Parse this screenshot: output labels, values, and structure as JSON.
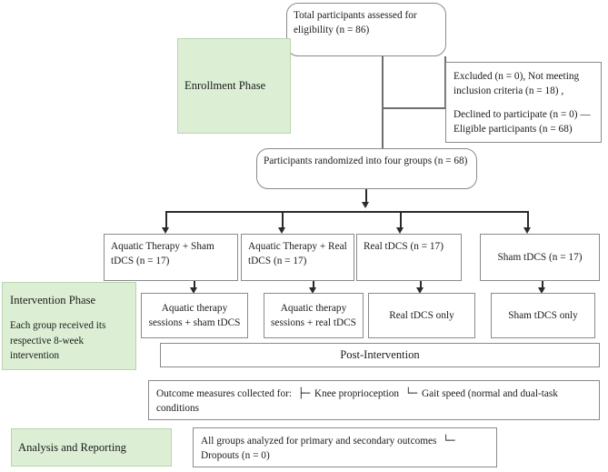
{
  "diagram": {
    "title": "CONSORT-style participant flow diagram",
    "colors": {
      "phase_fill": "#dcefd5",
      "phase_border": "#b9d4ae",
      "box_border": "#8a8a8a",
      "connector": "#2b2b2b"
    }
  },
  "phases": {
    "enrollment": {
      "label": "Enrollment Phase"
    },
    "intervention": {
      "label": "Intervention Phase",
      "detail": "Each group received its respective 8-week intervention"
    },
    "analysis": {
      "label": "Analysis and Reporting"
    }
  },
  "enrollment": {
    "assessed": "Total participants assessed for eligibility (n = 86)",
    "excluded_line1": "Excluded (n = 0), Not meeting inclusion criteria (n = 18) ,",
    "excluded_line2": "Declined to participate (n = 0) — Eligible participants (n = 68)",
    "randomized": "Participants randomized into four groups (n = 68)"
  },
  "groups": [
    {
      "label": "Aquatic Therapy + Sham tDCS (n = 17)",
      "session": "Aquatic therapy sessions + sham tDCS"
    },
    {
      "label": "Aquatic Therapy + Real tDCS (n = 17)",
      "session": "Aquatic therapy sessions + real tDCS"
    },
    {
      "label": "Real tDCS (n = 17)",
      "session": "Real tDCS only"
    },
    {
      "label": "Sham tDCS (n = 17)",
      "session": "Sham tDCS only"
    }
  ],
  "post": {
    "banner": "Post-Intervention",
    "outcomes_prefix": "Outcome measures collected for:",
    "outcome_branch_1_glyph": "├─",
    "outcome_1": "Knee proprioception",
    "outcome_branch_2_glyph": "└─",
    "outcome_2": "Gait speed (normal and dual-task conditions"
  },
  "analysis": {
    "line1": "All groups analyzed for primary and secondary outcomes",
    "line1_glyph": "└─",
    "line2": "Dropouts (n = 0)"
  }
}
